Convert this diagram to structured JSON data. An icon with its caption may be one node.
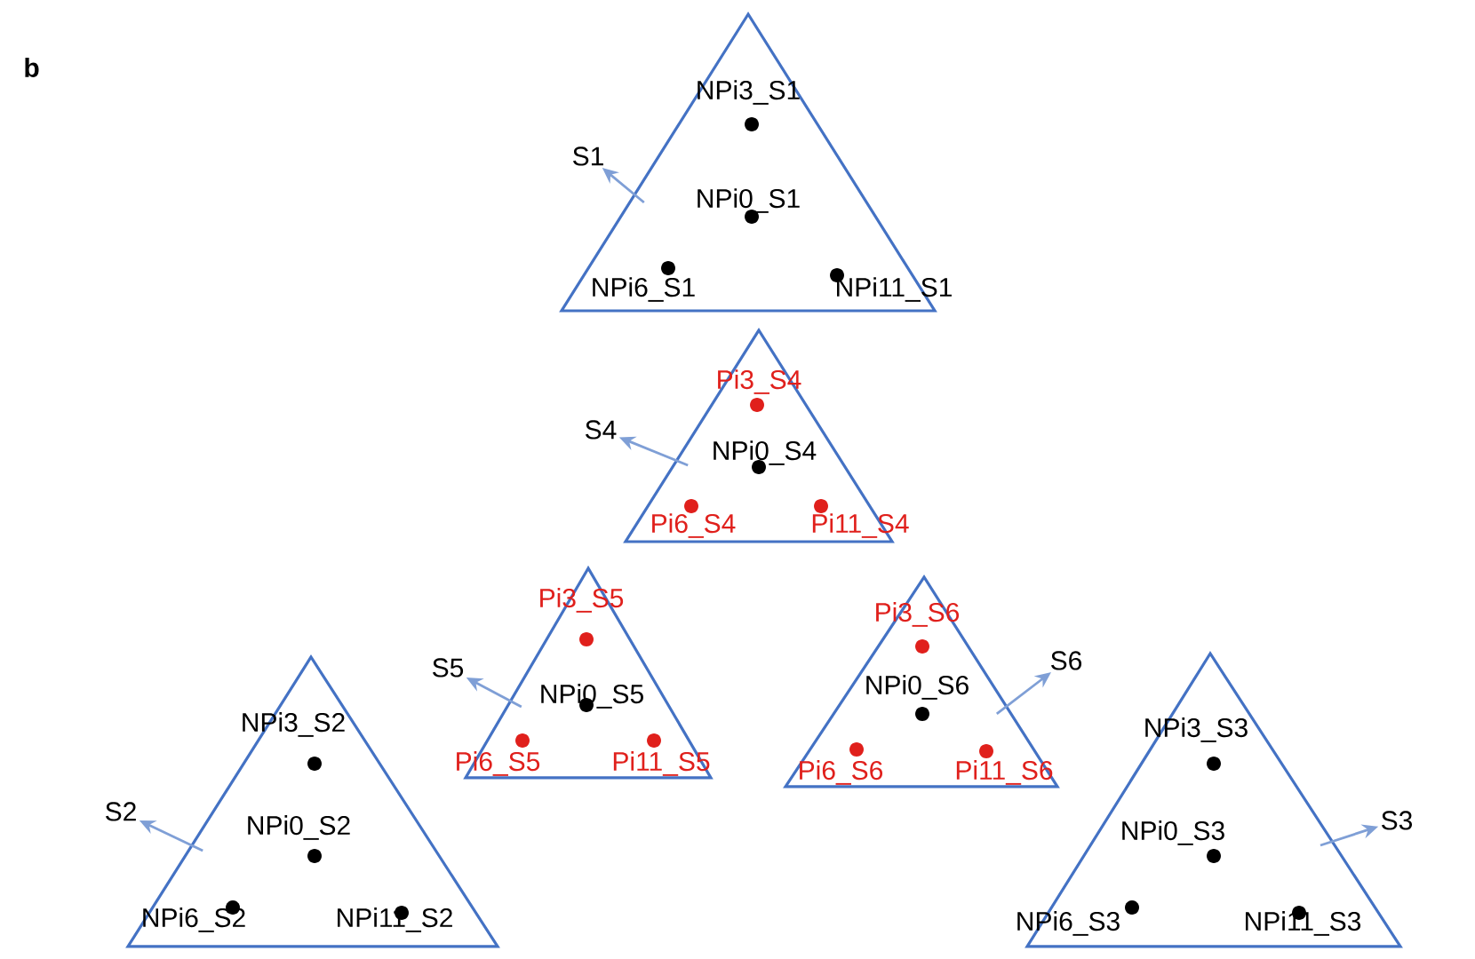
{
  "diagram": {
    "nodes": [
      {
        "text": [],
        "shape": "triangle"
      },
      {
        "text": [
          "NPi3_S1"
        ],
        "in": 0
      },
      {
        "text": [
          "NPi0_S1"
        ],
        "in": 0
      },
      {
        "text": [
          "NPi6_S1"
        ],
        "in": 0
      },
      {
        "text": [
          "NPi11_S1"
        ],
        "in": 0
      },
      {
        "text": [
          "S1"
        ]
      },
      {
        "text": [],
        "shape": "triangle"
      },
      {
        "text": [
          "Pi3_S4"
        ],
        "in": 6
      },
      {
        "text": [
          "NPi0_S4"
        ],
        "in": 6
      },
      {
        "text": [
          "Pi6_S4"
        ],
        "in": 6
      },
      {
        "text": [
          "Pi11_S4"
        ],
        "in": 6
      },
      {
        "text": [
          "S4"
        ]
      },
      {
        "text": [],
        "shape": "triangle"
      },
      {
        "text": [
          "Pi3_S5"
        ],
        "in": 12
      },
      {
        "text": [
          "NPi0_S5"
        ],
        "in": 12
      },
      {
        "text": [
          "Pi6_S5"
        ],
        "in": 12
      },
      {
        "text": [
          "Pi11_S5"
        ],
        "in": 12
      },
      {
        "text": [
          "S5"
        ]
      },
      {
        "text": [],
        "shape": "triangle"
      },
      {
        "text": [
          "Pi3_S6"
        ],
        "in": 18
      },
      {
        "text": [
          "NPi0_S6"
        ],
        "in": 18
      },
      {
        "text": [
          "Pi6_S6"
        ],
        "in": 18
      },
      {
        "text": [
          "Pi11_S6"
        ],
        "in": 18
      },
      {
        "text": [
          "S6"
        ]
      },
      {
        "text": [],
        "shape": "triangle"
      },
      {
        "text": [
          "NPi3_S2"
        ],
        "in": 24
      },
      {
        "text": [
          "NPi0_S2"
        ],
        "in": 24
      },
      {
        "text": [
          "NPi6_S2"
        ],
        "in": 24
      },
      {
        "text": [
          "NPi11_S2"
        ],
        "in": 24
      },
      {
        "text": [
          "S2"
        ]
      },
      {
        "text": [],
        "shape": "triangle"
      },
      {
        "text": [
          "NPi3_S3"
        ],
        "in": 30
      },
      {
        "text": [
          "NPi0_S3"
        ],
        "in": 30
      },
      {
        "text": [
          "NPi6_S3"
        ],
        "in": 30
      },
      {
        "text": [
          "NPi11_S3"
        ],
        "in": 30
      },
      {
        "text": [
          "S3"
        ]
      }
    ],
    "edges": [
      {
        "from": 0,
        "to": 5,
        "arrow": "to"
      },
      {
        "from": 6,
        "to": 11,
        "arrow": "to"
      },
      {
        "from": 12,
        "to": 17,
        "arrow": "to"
      },
      {
        "from": 18,
        "to": 23,
        "arrow": "to"
      },
      {
        "from": 24,
        "to": 29,
        "arrow": "to"
      },
      {
        "from": 30,
        "to": 35,
        "arrow": "to"
      }
    ],
    "labels": [
      "b"
    ]
  }
}
